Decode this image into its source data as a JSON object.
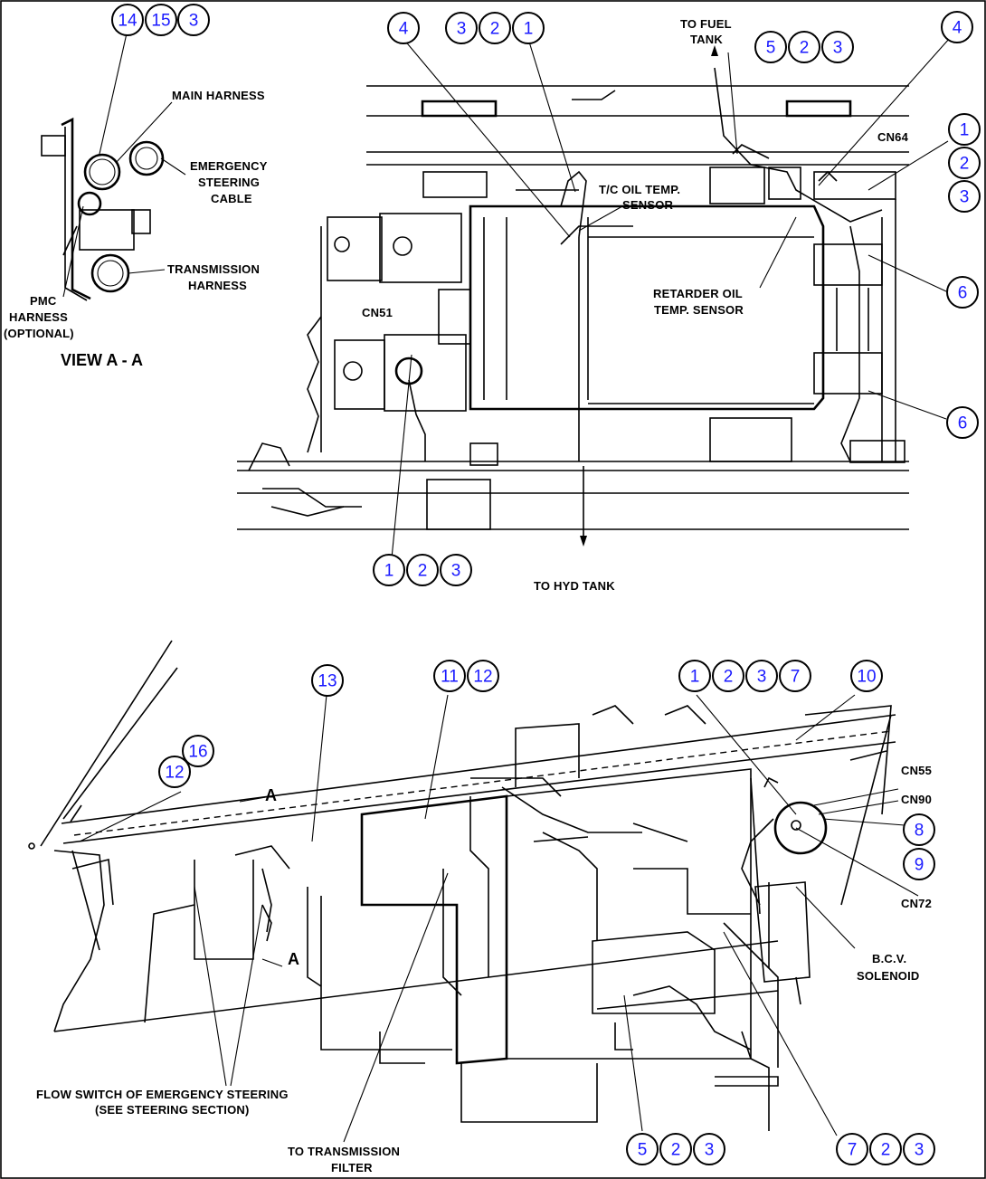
{
  "labels": {
    "main_harness": "MAIN HARNESS",
    "emergency_steering_cable_1": "EMERGENCY",
    "emergency_steering_cable_2": "STEERING",
    "emergency_steering_cable_3": "CABLE",
    "transmission_harness_1": "TRANSMISSION",
    "transmission_harness_2": "HARNESS",
    "pmc_1": "PMC",
    "pmc_2": "HARNESS",
    "pmc_3": "(OPTIONAL)",
    "view_aa": "VIEW A - A",
    "to_fuel_tank_1": "TO FUEL",
    "to_fuel_tank_2": "TANK",
    "tc_oil_temp_1": "T/C OIL TEMP.",
    "tc_oil_temp_2": "SENSOR",
    "cn64": "CN64",
    "retarder_oil_1": "RETARDER OIL",
    "retarder_oil_2": "TEMP. SENSOR",
    "cn51": "CN51",
    "to_hyd_tank": "TO HYD TANK",
    "cn55": "CN55",
    "cn90": "CN90",
    "cn72": "CN72",
    "bcv_1": "B.C.V.",
    "bcv_2": "SOLENOID",
    "flow_switch_1": "FLOW SWITCH OF EMERGENCY STEERING",
    "flow_switch_2": "(SEE STEERING SECTION)",
    "to_trans_filter_1": "TO TRANSMISSION",
    "to_trans_filter_2": "FILTER",
    "a_mark_top": "A",
    "a_mark_bottom": "A"
  },
  "callouts": {
    "c14a": "14",
    "c15a": "15",
    "c3a": "3",
    "c4a": "4",
    "c3b": "3",
    "c2b": "2",
    "c1b": "1",
    "c5c": "5",
    "c2c": "2",
    "c3c": "3",
    "c4d": "4",
    "c1e": "1",
    "c2e": "2",
    "c3e": "3",
    "c6a": "6",
    "c6b": "6",
    "c1f": "1",
    "c2f": "2",
    "c3f": "3",
    "c13": "13",
    "c11": "11",
    "c12a": "12",
    "c1g": "1",
    "c2g": "2",
    "c3g": "3",
    "c7g": "7",
    "c10": "10",
    "c16": "16",
    "c12b": "12",
    "c8": "8",
    "c9": "9",
    "c5h": "5",
    "c2h": "2",
    "c3h": "3",
    "c7i": "7",
    "c2i": "2",
    "c3i": "3"
  },
  "colors": {
    "callout_number": "#1a1aff",
    "line": "#000000"
  }
}
